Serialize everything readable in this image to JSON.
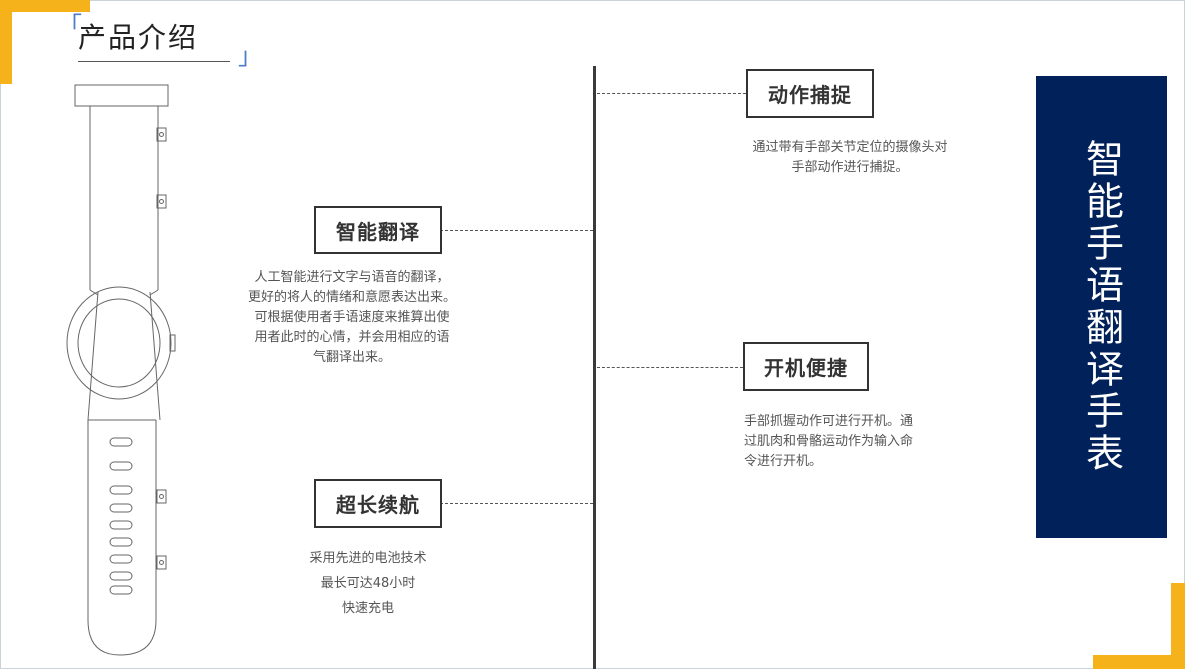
{
  "header": {
    "bracket_open": "「",
    "bracket_close": "」",
    "title": "产品介绍"
  },
  "side_panel": {
    "title": "智能手语翻译手表",
    "background_color": "#002159"
  },
  "features": {
    "capture": {
      "label": "动作捕捉",
      "lines": [
        "通过带有手部关节定位的摄像头对",
        "手部动作进行捕捉。"
      ]
    },
    "translate": {
      "label": "智能翻译",
      "lines": [
        "人工智能进行文字与语音的翻译，",
        "更好的将人的情绪和意愿表达出来。",
        "可根据使用者手语速度来推算出使",
        "用者此时的心情，并会用相应的语",
        "气翻译出来。"
      ]
    },
    "power_on": {
      "label": "开机便捷",
      "lines": [
        "手部抓握动作可进行开机。通",
        "过肌肉和骨骼运动作为输入命",
        "令进行开机。"
      ]
    },
    "battery": {
      "label": "超长续航",
      "lines": [
        "采用先进的电池技术",
        "最长可达48小时",
        "快速充电"
      ]
    }
  },
  "colors": {
    "accent": "#f6b21b",
    "bracket": "#4a7fc4"
  }
}
